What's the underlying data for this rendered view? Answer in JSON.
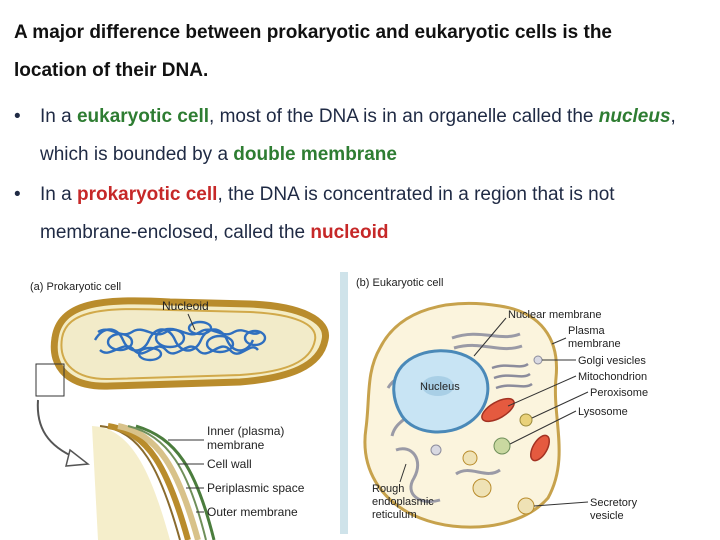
{
  "heading": {
    "line1": "A major difference between prokaryotic and eukaryotic cells is the",
    "line2": "location of their DNA."
  },
  "bullets": [
    {
      "marker": "•",
      "parts": [
        {
          "text": "In a ",
          "style": "plain"
        },
        {
          "text": "eukaryotic cell",
          "style": "green"
        },
        {
          "text": ", most of the DNA is in an organelle called the ",
          "style": "plain"
        },
        {
          "text": "nucleus",
          "style": "green-italic"
        },
        {
          "text": ", which is bounded by a ",
          "style": "plain"
        },
        {
          "text": "double membrane",
          "style": "green"
        }
      ]
    },
    {
      "marker": "•",
      "parts": [
        {
          "text": "In a ",
          "style": "plain"
        },
        {
          "text": "prokaryotic cell",
          "style": "red"
        },
        {
          "text": ", the DNA is concentrated in a region that is not membrane-enclosed, called the ",
          "style": "plain"
        },
        {
          "text": "nucleoid",
          "style": "red"
        }
      ]
    }
  ],
  "figure_a": {
    "title": "(a)  Prokaryotic cell",
    "nucleoid_label": "Nucleoid",
    "layer_labels": [
      [
        "Inner (plasma)",
        "membrane"
      ],
      [
        "Cell wall"
      ],
      [
        "Periplasmic space"
      ],
      [
        "Outer membrane"
      ]
    ]
  },
  "figure_b": {
    "title": "(b)  Eukaryotic cell",
    "nucleus_label": "Nucleus",
    "right_labels": [
      [
        "Nuclear membrane"
      ],
      [
        "Plasma",
        "membrane"
      ],
      [
        "Golgi vesicles"
      ],
      [
        "Mitochondrion"
      ],
      [
        "Peroxisome"
      ],
      [
        "Lysosome"
      ],
      [
        "Secretory",
        "vesicle"
      ]
    ],
    "left_labels": [
      "Rough",
      "endoplasmic",
      "reticulum"
    ]
  }
}
